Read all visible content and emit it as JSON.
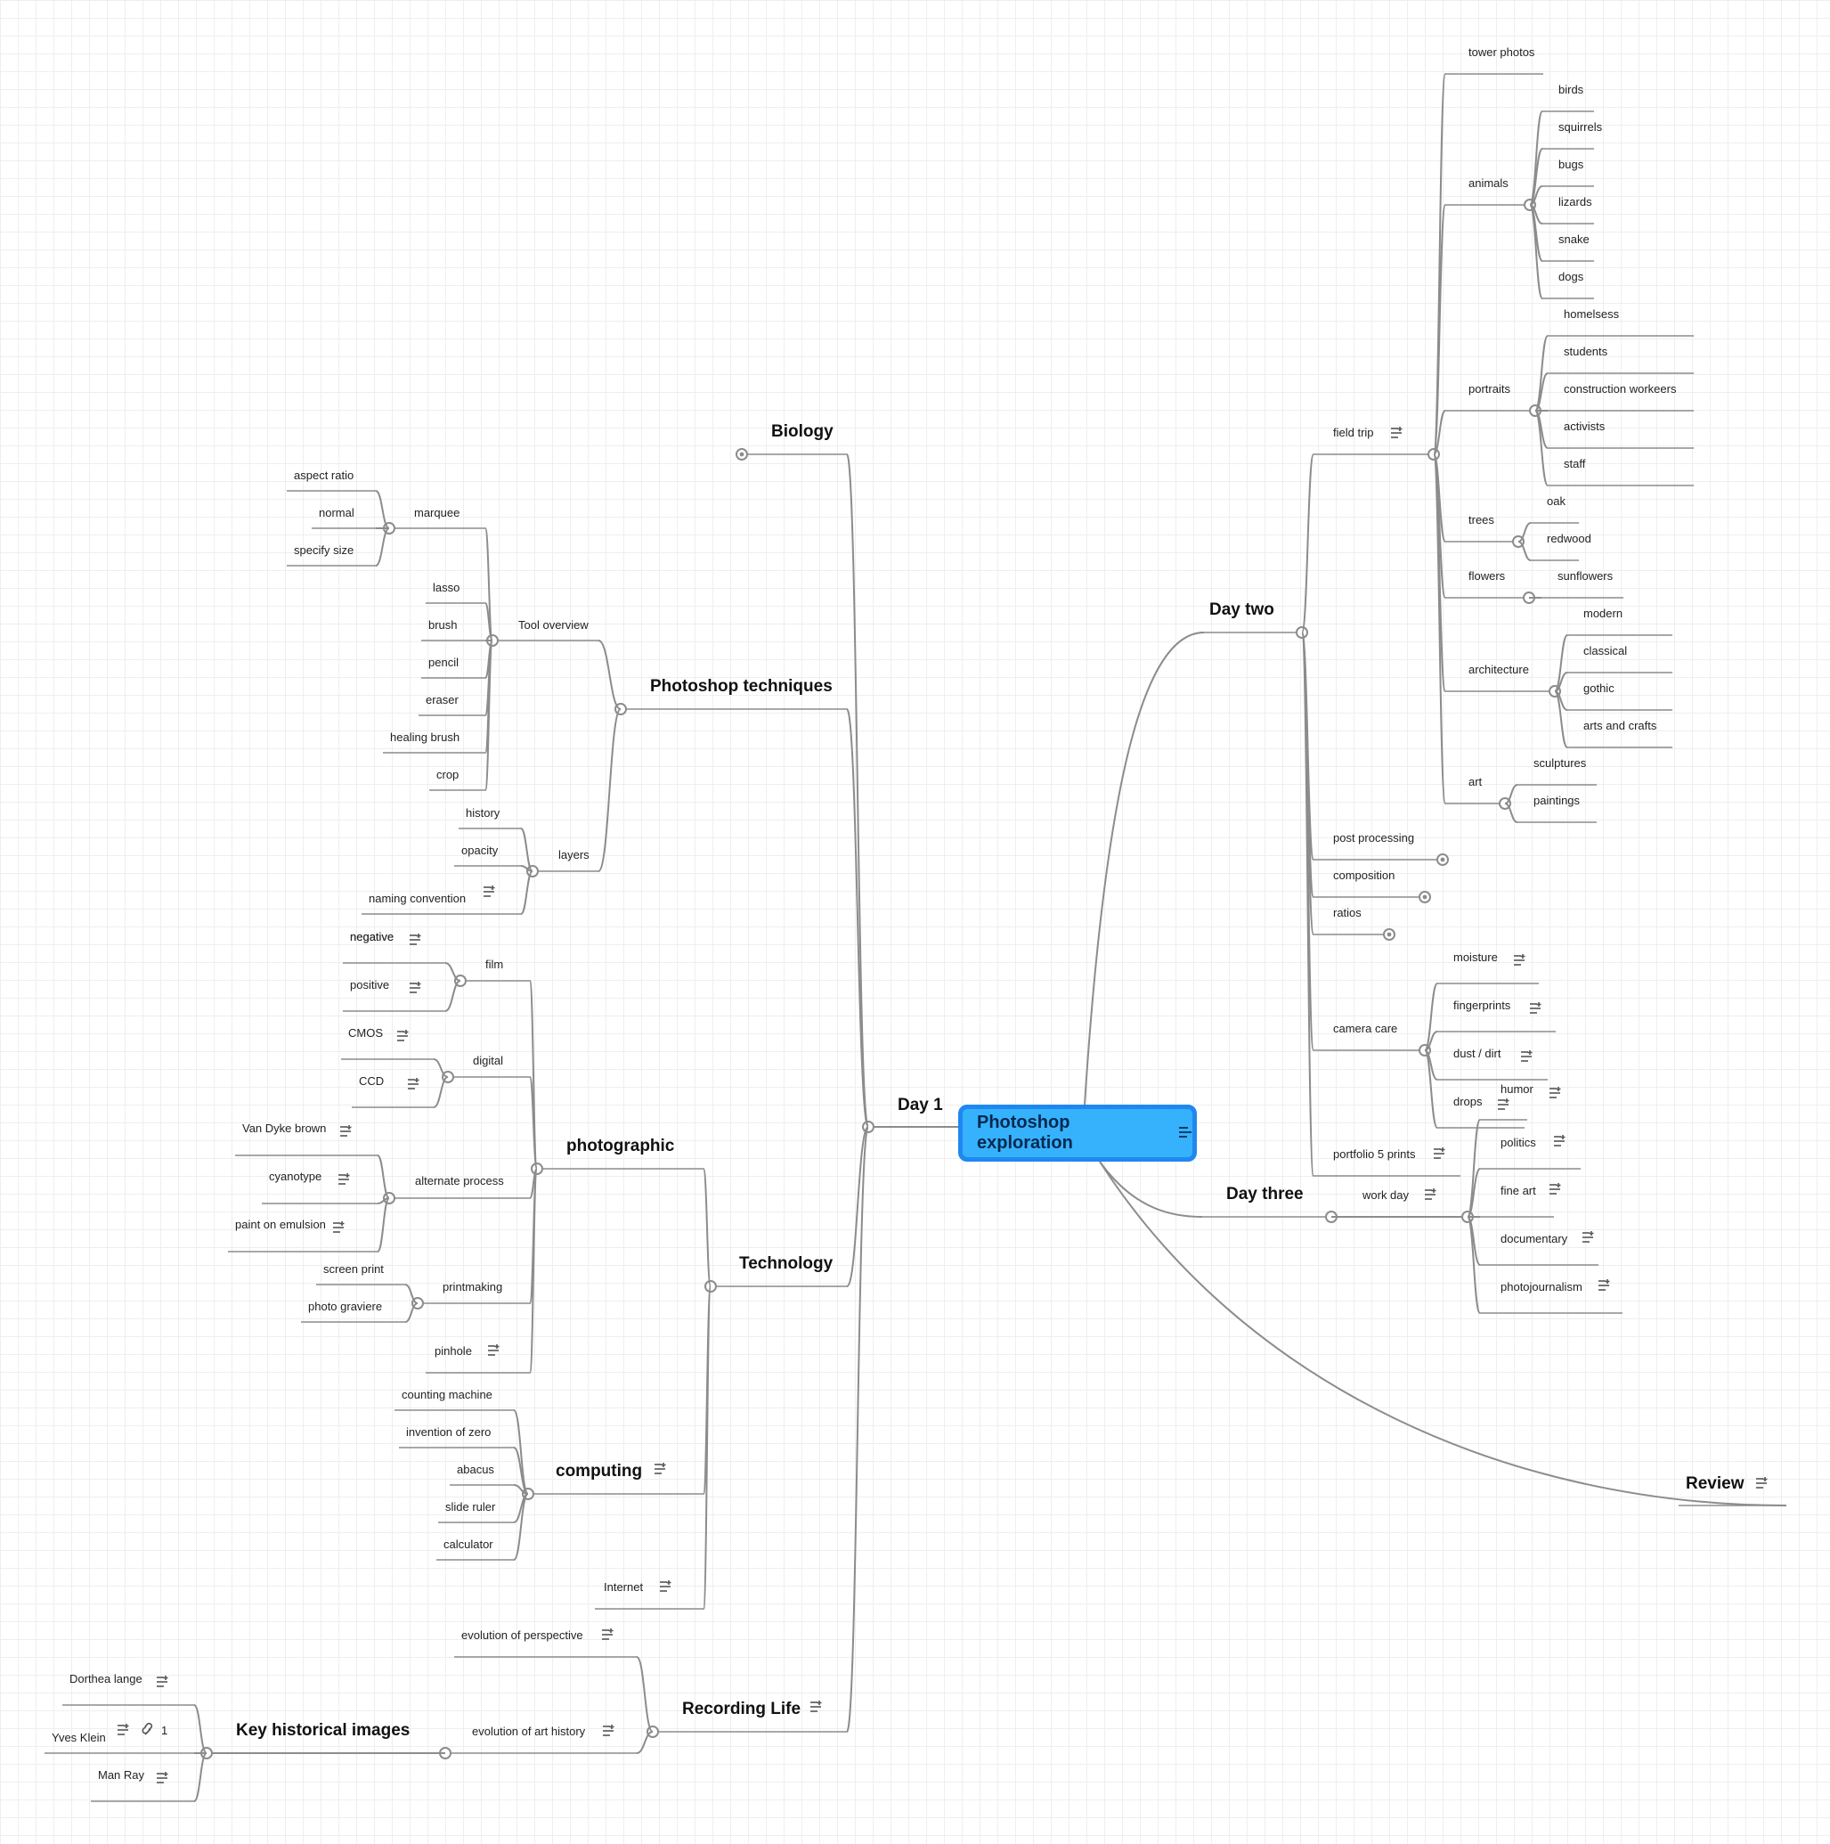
{
  "root": {
    "label": "Photoshop exploration"
  },
  "day1": {
    "label": "Day 1",
    "biology": "Biology",
    "photoshop_techniques": {
      "label": "Photoshop techniques",
      "tool_overview": {
        "label": "Tool overview",
        "marquee": {
          "label": "marquee",
          "items": [
            "aspect ratio",
            "normal",
            "specify size"
          ]
        },
        "tools": [
          "lasso",
          "brush",
          "pencil",
          "eraser",
          "healing brush",
          "crop"
        ]
      },
      "layers": {
        "label": "layers",
        "items": [
          "history",
          "opacity",
          "naming convention"
        ]
      }
    },
    "technology": {
      "label": "Technology",
      "photographic": {
        "label": "photographic",
        "film": {
          "label": "film",
          "items": [
            "negative",
            "positive"
          ]
        },
        "digital": {
          "label": "digital",
          "items": [
            "CMOS",
            "CCD"
          ]
        },
        "alternate_process": {
          "label": "alternate process",
          "items": [
            "Van Dyke brown",
            "cyanotype",
            "paint on emulsion"
          ]
        },
        "printmaking": {
          "label": "printmaking",
          "items": [
            "screen print",
            "photo graviere"
          ]
        },
        "pinhole": "pinhole"
      },
      "computing": {
        "label": "computing",
        "items": [
          "counting machine",
          "invention of zero",
          "abacus",
          "slide ruler",
          "calculator"
        ]
      },
      "internet": "Internet"
    },
    "recording_life": {
      "label": "Recording Life",
      "evolution_perspective": "evolution of perspective",
      "evolution_art_history": "evolution of art history",
      "key_historical_images": {
        "label": "Key historical images",
        "items": [
          "Dorthea lange",
          "Yves Klein",
          "Man Ray"
        ],
        "link_count": "1"
      }
    }
  },
  "day_two": {
    "label": "Day two",
    "field_trip": {
      "label": "field trip",
      "tower_photos": "tower photos",
      "animals": {
        "label": "animals",
        "items": [
          "birds",
          "squirrels",
          "bugs",
          "lizards",
          "snake",
          "dogs"
        ]
      },
      "portraits": {
        "label": "portraits",
        "items": [
          "homelsess",
          "students",
          "construction workeers",
          "activists",
          "staff"
        ]
      },
      "trees": {
        "label": "trees",
        "items": [
          "oak",
          "redwood"
        ]
      },
      "flowers": {
        "label": "flowers",
        "items": [
          "sunflowers"
        ]
      },
      "architecture": {
        "label": "architecture",
        "items": [
          "modern",
          "classical",
          "gothic",
          "arts and crafts"
        ]
      },
      "art": {
        "label": "art",
        "items": [
          "sculptures",
          "paintings"
        ]
      }
    },
    "post_processing": "post processing",
    "composition": "composition",
    "ratios": "ratios",
    "camera_care": {
      "label": "camera care",
      "items": [
        "moisture",
        "fingerprints",
        "dust / dirt",
        "drops"
      ]
    },
    "portfolio": "portfolio 5 prints"
  },
  "day_three": {
    "label": "Day three",
    "work_day": {
      "label": "work day",
      "items": [
        "humor",
        "politics",
        "fine art",
        "documentary",
        "photojournalism"
      ]
    }
  },
  "review": {
    "label": "Review"
  },
  "colors": {
    "root_fill": "#35b2fb",
    "root_border": "#1e88f0",
    "connector": "#8c8c8c",
    "grid": "#ecf0ec"
  }
}
